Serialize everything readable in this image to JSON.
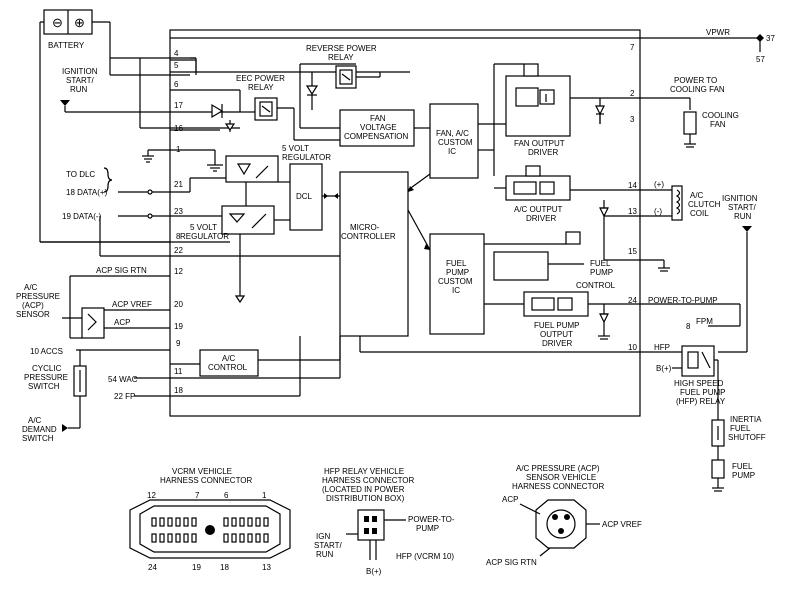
{
  "labels": {
    "battery": "BATTERY",
    "battery_neg": "⊖",
    "battery_pos": "⊕",
    "ignition_left_1": "IGNITION",
    "ignition_left_2": "START/",
    "ignition_left_3": "RUN",
    "to_dlc": "TO DLC",
    "data_plus": "18 DATA(+)",
    "data_minus": "19 DATA(-)",
    "acp_sig_rtn": "ACP SIG RTN",
    "acp_sensor_1": "A/C",
    "acp_sensor_2": "PRESSURE",
    "acp_sensor_3": "(ACP)",
    "acp_sensor_4": "SENSOR",
    "acp_vref": "ACP VREF",
    "acp": "ACP",
    "accs": "10 ACCS",
    "cyclic_1": "CYCLIC",
    "cyclic_2": "PRESSURE",
    "cyclic_3": "SWITCH",
    "wac": "54 WAC",
    "fp": "22 FP",
    "demand_1": "A/C",
    "demand_2": "DEMAND",
    "demand_3": "SWITCH",
    "reverse_relay_1": "REVERSE POWER",
    "reverse_relay_2": "RELAY",
    "eec_relay_1": "EEC POWER",
    "eec_relay_2": "RELAY",
    "fan_comp_1": "FAN",
    "fan_comp_2": "VOLTAGE",
    "fan_comp_3": "COMPENSATION",
    "reg5_top_1": "5 VOLT",
    "reg5_top_2": "REGULATOR",
    "dcl": "DCL",
    "reg5_bot_1": "5 VOLT",
    "reg5_bot_2": "REGULATOR",
    "micro_1": "MICRO-",
    "micro_2": "CONTROLLER",
    "fan_ic_1": "FAN, A/C",
    "fan_ic_2": "CUSTOM",
    "fan_ic_3": "IC",
    "fuel_ic_1": "FUEL",
    "fuel_ic_2": "PUMP",
    "fuel_ic_3": "CUSTOM",
    "fuel_ic_4": "IC",
    "fan_driver_1": "FAN OUTPUT",
    "fan_driver_2": "DRIVER",
    "ac_driver_1": "A/C OUTPUT",
    "ac_driver_2": "DRIVER",
    "fp_control_1": "FUEL",
    "fp_control_2": "PUMP",
    "fp_control_3": "CONTROL",
    "fp_driver_1": "FUEL PUMP",
    "fp_driver_2": "OUTPUT",
    "fp_driver_3": "DRIVER",
    "ac_control_1": "A/C",
    "ac_control_2": "CONTROL",
    "vpwr": "VPWR",
    "n37": "37",
    "n57": "57",
    "power_fan_1": "POWER TO",
    "power_fan_2": "COOLING FAN",
    "cooling_fan_1": "COOLING",
    "cooling_fan_2": "FAN",
    "ac_coil_1": "A/C",
    "ac_coil_2": "CLUTCH",
    "ac_coil_3": "COIL",
    "plus": "(+)",
    "minus": "(-)",
    "ign_right_1": "IGNITION",
    "ign_right_2": "START/",
    "ign_right_3": "RUN",
    "power_pump": "POWER-TO-PUMP",
    "fpm": "FPM",
    "hfp": "HFP",
    "bplus": "B(+)",
    "hfp_relay_1": "HIGH SPEED",
    "hfp_relay_2": "FUEL PUMP",
    "hfp_relay_3": "(HFP) RELAY",
    "inertia_1": "INERTIA",
    "inertia_2": "FUEL",
    "inertia_3": "SHUTOFF",
    "fuel_pump_1": "FUEL",
    "fuel_pump_2": "PUMP",
    "vcrm_1": "VCRM VEHICLE",
    "vcrm_2": "HARNESS CONNECTOR",
    "vcrm_12": "12",
    "vcrm_7": "7",
    "vcrm_6": "6",
    "vcrm_1pin": "1",
    "vcrm_24": "24",
    "vcrm_19": "19",
    "vcrm_18": "18",
    "vcrm_13": "13",
    "hfpc_1": "HFP RELAY VEHICLE",
    "hfpc_2": "HARNESS CONNECTOR",
    "hfpc_3": "(LOCATED IN POWER",
    "hfpc_4": "DISTRIBUTION BOX)",
    "hfpc_power_1": "POWER-TO-",
    "hfpc_power_2": "PUMP",
    "hfpc_ign_1": "IGN",
    "hfpc_ign_2": "START/",
    "hfpc_ign_3": "RUN",
    "hfpc_hfp": "HFP (VCRM 10)",
    "hfpc_bplus": "B(+)",
    "acpc_1": "A/C PRESSURE (ACP)",
    "acpc_2": "SENSOR VEHICLE",
    "acpc_3": "HARNESS CONNECTOR",
    "acpc_acp": "ACP",
    "acpc_vref": "ACP VREF",
    "acpc_rtn": "ACP SIG RTN"
  },
  "pins": {
    "p4": "4",
    "p5": "5",
    "p6": "6",
    "p17": "17",
    "p16": "16",
    "p1": "1",
    "p21": "21",
    "p23": "23",
    "p8": "8",
    "p22": "22",
    "p12": "12",
    "p20": "20",
    "p19": "19",
    "p9": "9",
    "p11": "11",
    "p18": "18",
    "p7": "7",
    "p2": "2",
    "p3": "3",
    "p14": "14",
    "p13": "13",
    "p15": "15",
    "p24": "24",
    "p10": "10",
    "p8r": "8"
  }
}
